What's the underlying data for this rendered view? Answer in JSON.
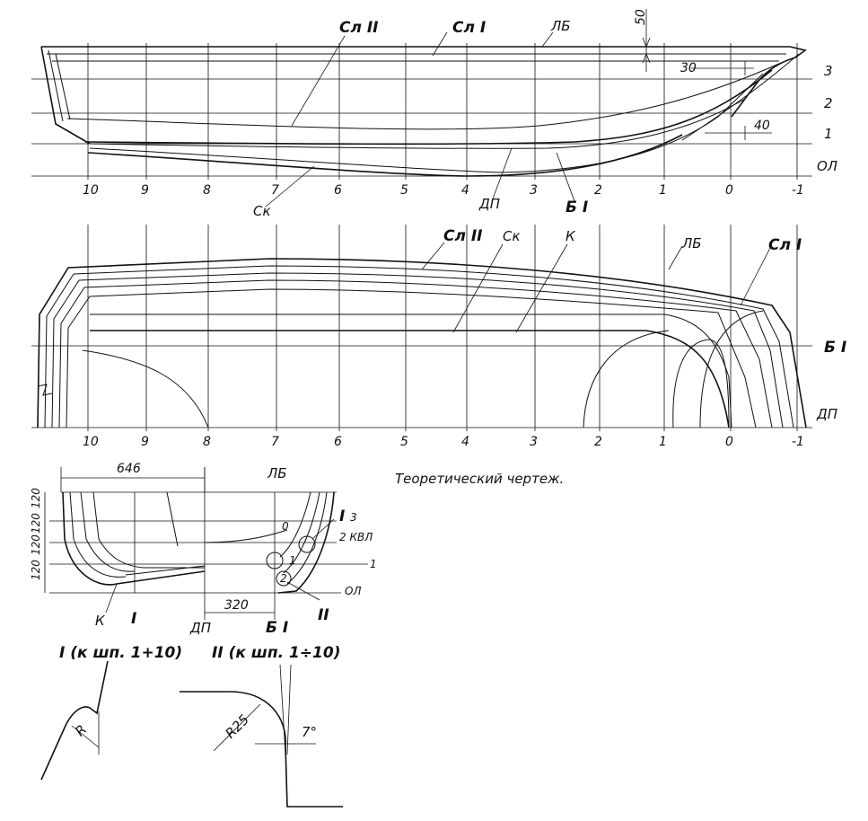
{
  "caption": "Теоретический чертеж.",
  "profile": {
    "labels": {
      "sl2": "Сл II",
      "sl1": "Сл I",
      "lb": "ЛБ",
      "dim50": "50",
      "dim30": "30",
      "dim40": "40",
      "wl3": "3",
      "wl2": "2",
      "wl1": "1",
      "ol": "ОЛ",
      "sk": "Ск",
      "dp": "ДП",
      "b1": "Б I"
    },
    "stations": [
      "10",
      "9",
      "8",
      "7",
      "6",
      "5",
      "4",
      "3",
      "2",
      "1",
      "0",
      "-1"
    ]
  },
  "plan": {
    "labels": {
      "sl2": "Сл II",
      "sk": "Ск",
      "k": "К",
      "lb": "ЛБ",
      "sl1": "Сл I",
      "b1": "Б I",
      "dp": "ДП"
    },
    "stations": [
      "10",
      "9",
      "8",
      "7",
      "6",
      "5",
      "4",
      "3",
      "2",
      "1",
      "0",
      "-1"
    ]
  },
  "body_plan": {
    "labels": {
      "dim646": "646",
      "lb": "ЛБ",
      "roman1": "I",
      "sub3": "3",
      "kvl": "2 КВЛ",
      "wl1": "1",
      "ol": "ОЛ",
      "dim320": "320",
      "k": "К",
      "sec1": "I",
      "dp": "ДП",
      "b1": "Б I",
      "roman2": "II",
      "st0": "0",
      "st1": "1",
      "st2": "2"
    },
    "heights": [
      "120",
      "120",
      "120",
      "120"
    ]
  },
  "details": {
    "title1": "I  (к шп. 1+10)",
    "title2": "II  (к шп. 1÷10)",
    "r": "R",
    "r25": "R25",
    "angle": "7°"
  }
}
